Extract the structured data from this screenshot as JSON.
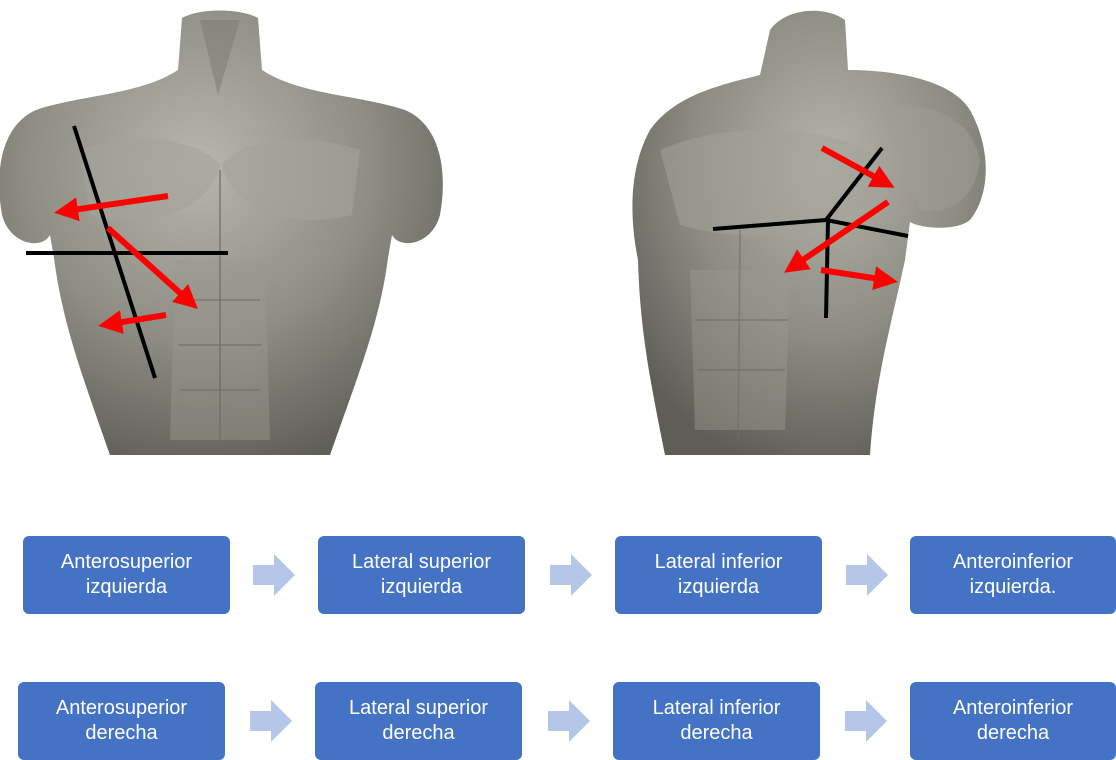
{
  "colors": {
    "box_fill": "#4472C4",
    "chevron_fill": "#B4C7E7",
    "arrow_red": "#FF0000",
    "guide_line": "#000000",
    "torso_skin": "#8B8B82"
  },
  "images": {
    "front": {
      "icon": "torso-front-icon"
    },
    "side": {
      "icon": "torso-side-icon"
    }
  },
  "flows": [
    {
      "name": "izquierda",
      "steps": [
        {
          "line1": "Anterosuperior",
          "line2": "izquierda"
        },
        {
          "line1": "Lateral superior",
          "line2": "izquierda"
        },
        {
          "line1": "Lateral inferior",
          "line2": "izquierda"
        },
        {
          "line1": "Anteroinferior",
          "line2": "izquierda."
        }
      ]
    },
    {
      "name": "derecha",
      "steps": [
        {
          "line1": "Anterosuperior",
          "line2": "derecha"
        },
        {
          "line1": "Lateral superior",
          "line2": "derecha"
        },
        {
          "line1": "Lateral inferior",
          "line2": "derecha"
        },
        {
          "line1": "Anteroinferior",
          "line2": "derecha"
        }
      ]
    }
  ]
}
